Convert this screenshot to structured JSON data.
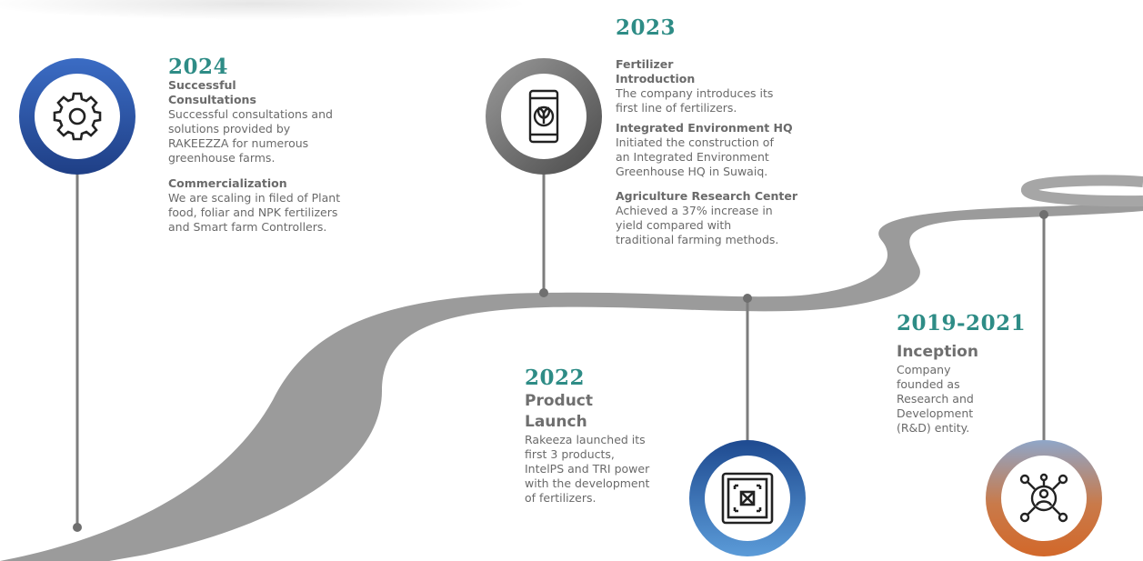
{
  "milestones": {
    "m2024": {
      "year": "2024",
      "entries": [
        {
          "title": "Successful\nConsultations",
          "text": "Successful consultations and\nsolutions provided by\nRAKEEZZA for numerous\ngreenhouse farms."
        },
        {
          "title": "Commercialization",
          "text": "We are scaling in filed of Plant\nfood, foliar and NPK fertilizers\nand Smart farm Controllers."
        }
      ]
    },
    "m2023": {
      "year": "2023",
      "entries": [
        {
          "title": "Fertilizer\nIntroduction",
          "text": "The company introduces its\nfirst line of fertilizers."
        },
        {
          "title": "Integrated Environment HQ",
          "text": "Initiated the construction of\nan Integrated Environment\nGreenhouse HQ in Suwaiq."
        },
        {
          "title": "Agriculture Research Center",
          "text": "Achieved a 37% increase in\nyield compared with\ntraditional farming methods."
        }
      ]
    },
    "m2022": {
      "year": "2022",
      "title": "Product\nLaunch",
      "text": "Rakeeza launched its\nfirst 3 products,\nIntelPS and TRI power\nwith the development\nof fertilizers."
    },
    "m2019": {
      "year": "2019-2021",
      "title": "Inception",
      "text": "Company\nfounded as\nResearch and\nDevelopment\n(R&D) entity."
    }
  },
  "icons": {
    "m2024": "gear-icon",
    "m2023": "fertilizer-bag-icon",
    "m2022": "product-box-icon",
    "m2019": "research-network-icon"
  },
  "colors": {
    "accent_teal": "#2e8c86",
    "ring_blue": "#2b56a8",
    "ring_gray": "#6b6b6b",
    "ring_orange": "#d2682a",
    "road": "#9c9c9c",
    "text": "#6a6a6a"
  }
}
